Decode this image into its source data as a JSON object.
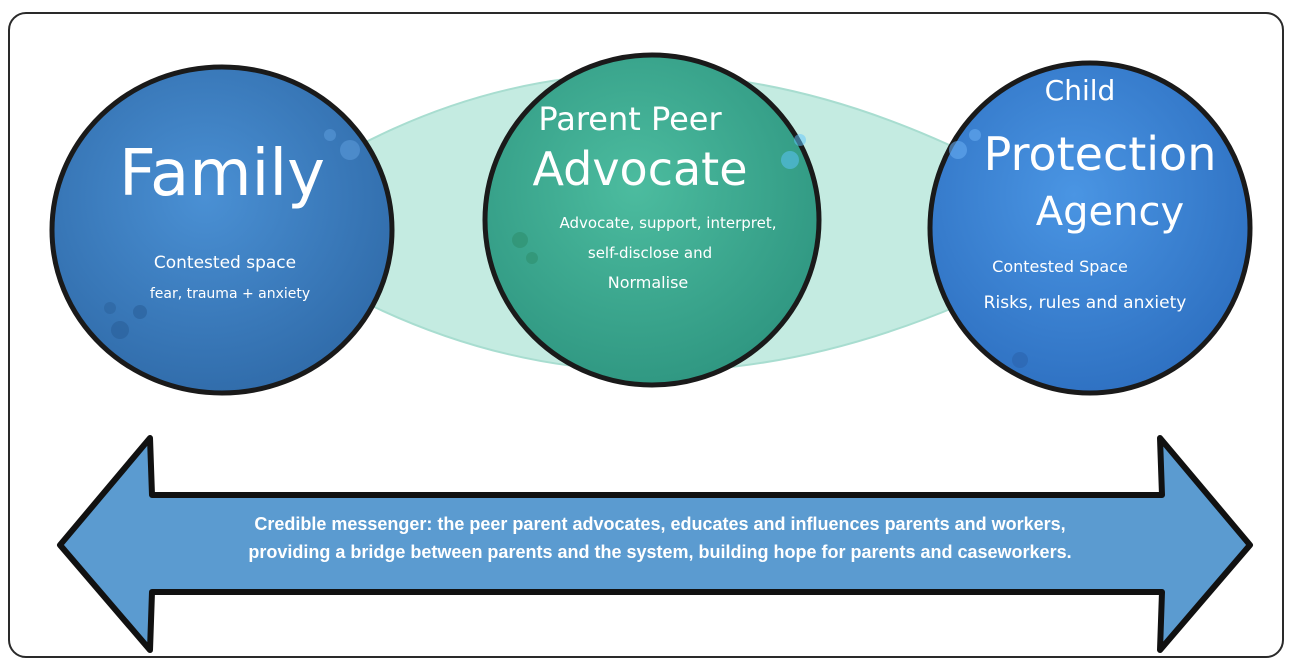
{
  "nodes": {
    "family": {
      "title": "Family",
      "desc_line1": "Contested space",
      "desc_line2": "fear, trauma + anxiety",
      "color": "#3d7fc4"
    },
    "advocate": {
      "title_line1": "Parent Peer",
      "title_line2": "Advocate",
      "desc_line1": "Advocate, support, interpret,",
      "desc_line2": "self-disclose and",
      "desc_line3": "Normalise",
      "color": "#3fae95"
    },
    "agency": {
      "title_line1": "Child",
      "title_line2": "Protection",
      "title_line3": "Agency",
      "desc_line1": "Contested Space",
      "desc_line2": "Risks, rules and anxiety",
      "color": "#3f86d6"
    }
  },
  "bridge_color": "#bfe8de",
  "arrow": {
    "line1": "Credible messenger: the peer parent advocates, educates and influences parents and workers,",
    "line2": "providing a bridge between parents and the system, building hope for parents and caseworkers.",
    "color": "#5b9bd0"
  }
}
